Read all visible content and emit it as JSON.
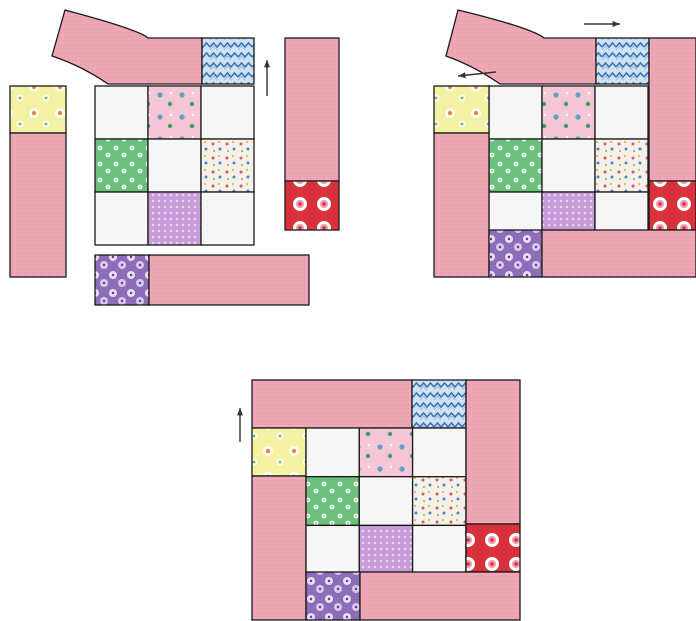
{
  "colors": {
    "pink": "#ECA6B4",
    "white_square": "#F6F6F6",
    "outline": "#1a1a1a",
    "arrow": "#333333"
  },
  "fabrics": {
    "yellow_floral": {
      "base": "#F2F2A2",
      "accent": "#E8863A",
      "icon": "yellow-floral-print"
    },
    "pink_birds": {
      "base": "#F4C6D6",
      "accent": "#5FA0C8",
      "icon": "pink-bird-print"
    },
    "green_floral": {
      "base": "#6CC07E",
      "accent": "#FFFFFF",
      "icon": "green-floral-print"
    },
    "blue_chevron": {
      "base": "#CFE2F2",
      "accent": "#3C74B8",
      "icon": "blue-chevron-print"
    },
    "ditsy_floral": {
      "base": "#F5F0E8",
      "accent": "#D05A7A",
      "icon": "ditsy-floral-print"
    },
    "lavender_dot": {
      "base": "#C79BD8",
      "accent": "#EAD6F2",
      "icon": "lavender-dot-print"
    },
    "red_ring": {
      "base": "#D9313C",
      "accent": "#FFFFFF",
      "icon": "red-ring-print"
    },
    "purple_floral": {
      "base": "#8D6DB8",
      "accent": "#E6DCF4",
      "icon": "purple-floral-print"
    }
  },
  "steps": [
    {
      "name": "step-1-separated-strips",
      "arrows": [
        "up"
      ]
    },
    {
      "name": "step-2-strips-attached",
      "arrows": [
        "right",
        "left"
      ]
    },
    {
      "name": "step-3-finished-block",
      "arrows": [
        "up"
      ]
    }
  ]
}
